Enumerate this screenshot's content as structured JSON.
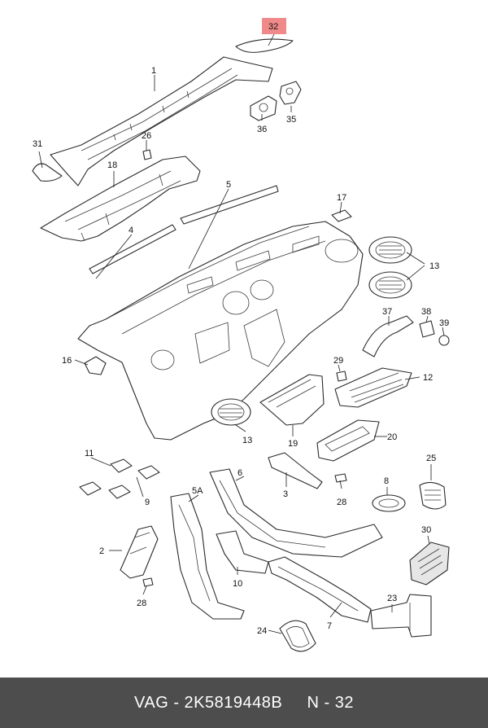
{
  "highlight_color": "#f08a8a",
  "footer": {
    "brand": "VAG",
    "sep1": " - ",
    "part_number": "2K5819448B",
    "gap": "     ",
    "position": "N - 32"
  },
  "callouts": {
    "c1": "1",
    "c2": "2",
    "c3": "3",
    "c4": "4",
    "c5": "5",
    "c5a": "5A",
    "c6": "6",
    "c7": "7",
    "c8": "8",
    "c9": "9",
    "c10": "10",
    "c11": "11",
    "c12": "12",
    "c13a": "13",
    "c13b": "13",
    "c16": "16",
    "c17": "17",
    "c18": "18",
    "c19": "19",
    "c20": "20",
    "c23": "23",
    "c24": "24",
    "c25": "25",
    "c26": "26",
    "c28a": "28",
    "c28b": "28",
    "c29": "29",
    "c30": "30",
    "c31": "31",
    "c32": "32",
    "c35": "35",
    "c36": "36",
    "c37": "37",
    "c38": "38",
    "c39": "39"
  }
}
